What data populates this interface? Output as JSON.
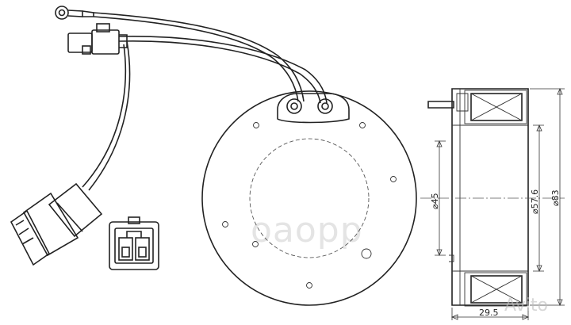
{
  "drawing": {
    "dimensions": {
      "d_inner": "⌀45",
      "d_mid": "⌀57.6",
      "d_outer": "⌀83",
      "width": "29.5"
    },
    "brand_watermark": "оаорр",
    "site_watermark": "Avito"
  }
}
